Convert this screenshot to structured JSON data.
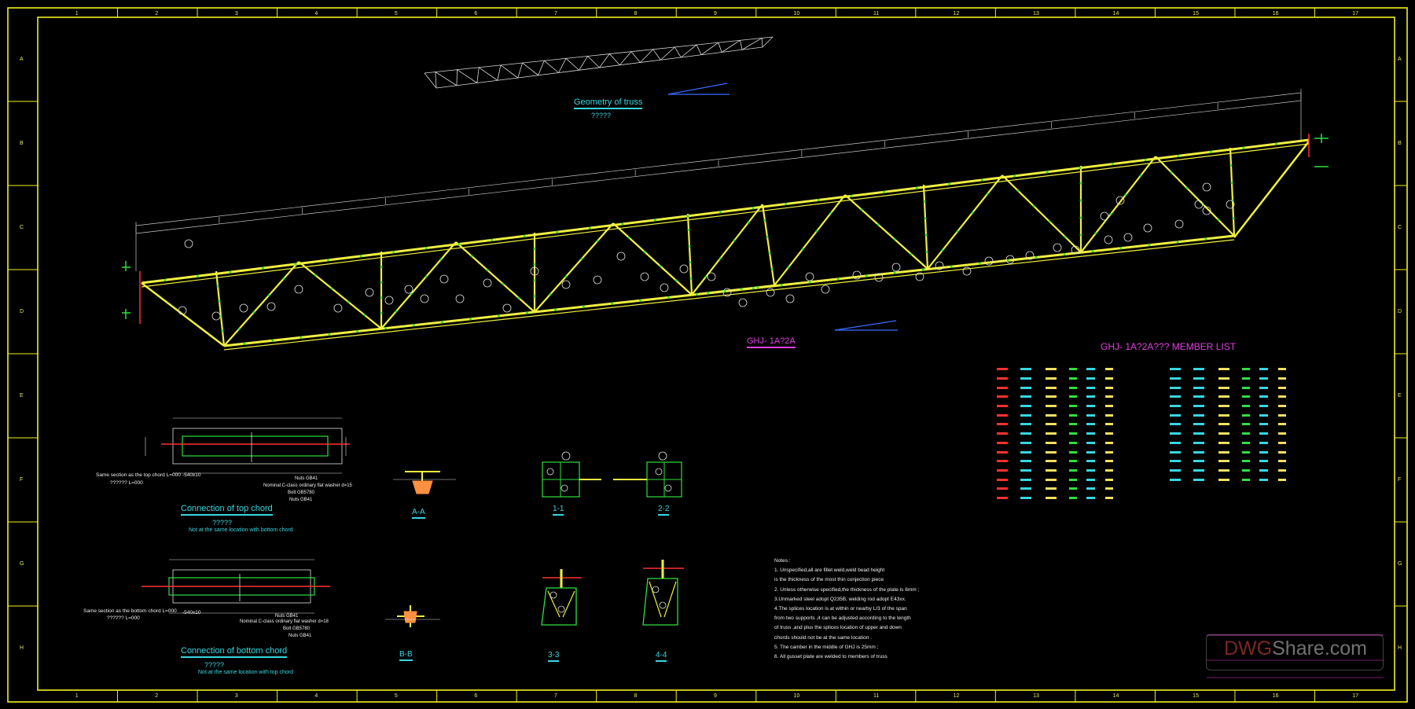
{
  "titles": {
    "geometry": "Geometry of truss",
    "geometry_sub": "?????",
    "truss": "GHJ- 1A?2A",
    "member_list": "GHJ- 1A?2A??? MEMBER LIST",
    "conn_top": "Connection of top chord",
    "conn_top_sub": "?????",
    "conn_top_note": "Not at the same location with bottom chord",
    "conn_bottom": "Connection of bottom chord",
    "conn_bottom_sub": "?????",
    "conn_bottom_note": "Not at the same location with top chord",
    "sec_aa": "A-A",
    "sec_bb": "B-B",
    "sec_11": "1-1",
    "sec_22": "2-2",
    "sec_33": "3-3",
    "sec_44": "4-4"
  },
  "labels": {
    "top_same_section": "Same section as the top chord L=000",
    "top_same_sub": "?????? L=000",
    "bottom_same_section": "Same section as the  bottom chord L=000",
    "bottom_same_sub": "?????? L=000",
    "plate_top": "-540x10",
    "plate_bottom": "-540x10",
    "bolt_top_1": "Nuts GB41",
    "bolt_top_2": "Nominal C-class ordinary flat washer d=15",
    "bolt_top_3": "Bolt GB5780",
    "bolt_top_4": "Nuts GB41",
    "bolt_bottom_1": "Nuts GB41",
    "bolt_bottom_2": "Nominal C-class ordinary flat washer d=18",
    "bolt_bottom_3": "Bolt GB5780",
    "bolt_bottom_4": "Nuts GB41"
  },
  "notes": {
    "header": "Notes :",
    "items": [
      "1. Unspecified,all are fillet weld,weld bead height",
      "    is the thickness of the most thin conjection piece",
      "2. Unless otherwise specified,the thickness of the plate is 6mm ;",
      "3.Unmarked steel adopt Q235B, welding rod adopt E43xx.",
      "4.The splices location is at within or nearby L/3 of the  span",
      "    from two supports ,it can be adjusted according to the length",
      "    of truss ,and plus the splices location of upper and down",
      "    chords should not be at the same location .",
      "5. The camber in the middle of GHJ is 25mm ;",
      "6. All gusset plate are welded to members of truss"
    ]
  },
  "watermark": {
    "prefix": "DWG",
    "suffix": "Share.com"
  },
  "frame_numbers": [
    "1",
    "2",
    "3",
    "4",
    "5",
    "6",
    "7",
    "8",
    "9",
    "10",
    "11",
    "12",
    "13",
    "14",
    "15",
    "16",
    "17"
  ],
  "frame_letters": [
    "A",
    "B",
    "C",
    "D",
    "E",
    "F",
    "G",
    "H"
  ],
  "colors": {
    "frame": "#f0f020",
    "chord": "#f0f040",
    "cyan": "#39d6e0",
    "magenta": "#e040e0",
    "red": "#ff3030",
    "green": "#30e040"
  }
}
